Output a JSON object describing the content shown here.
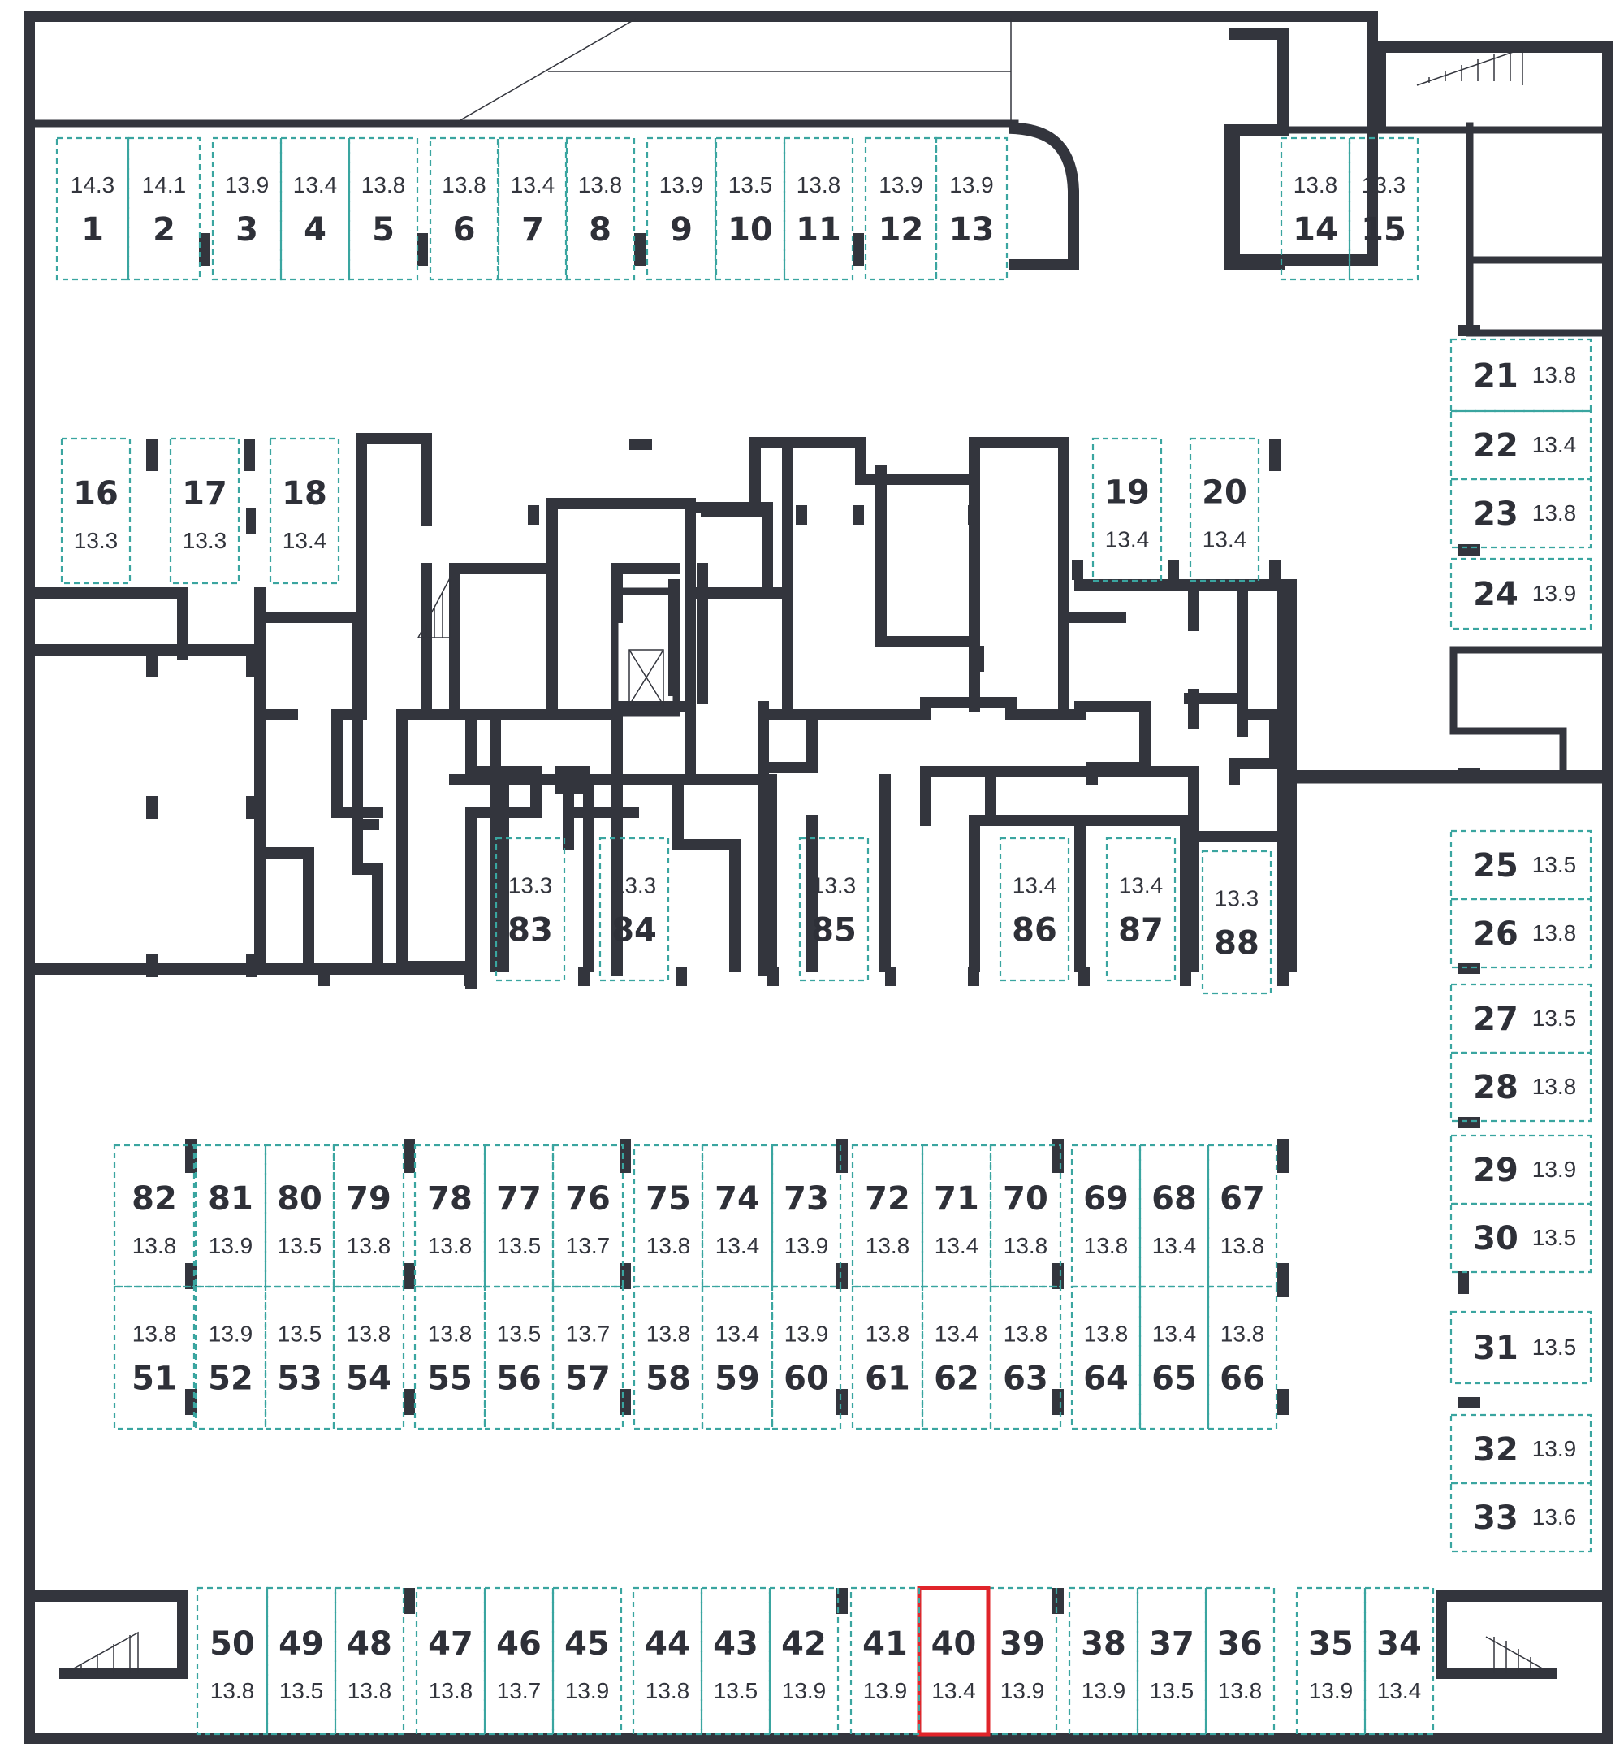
{
  "colors": {
    "dash": "#3aa5a0",
    "highlight": "#e0242a",
    "wall": "#33353d"
  },
  "highlighted_spot": "40",
  "spots": [
    {
      "id": "1",
      "area": "14.3"
    },
    {
      "id": "2",
      "area": "14.1"
    },
    {
      "id": "3",
      "area": "13.9"
    },
    {
      "id": "4",
      "area": "13.4"
    },
    {
      "id": "5",
      "area": "13.8"
    },
    {
      "id": "6",
      "area": "13.8"
    },
    {
      "id": "7",
      "area": "13.4"
    },
    {
      "id": "8",
      "area": "13.8"
    },
    {
      "id": "9",
      "area": "13.9"
    },
    {
      "id": "10",
      "area": "13.5"
    },
    {
      "id": "11",
      "area": "13.8"
    },
    {
      "id": "12",
      "area": "13.9"
    },
    {
      "id": "13",
      "area": "13.9"
    },
    {
      "id": "14",
      "area": "13.8"
    },
    {
      "id": "15",
      "area": "13.3"
    },
    {
      "id": "16",
      "area": "13.3"
    },
    {
      "id": "17",
      "area": "13.3"
    },
    {
      "id": "18",
      "area": "13.4"
    },
    {
      "id": "19",
      "area": "13.4"
    },
    {
      "id": "20",
      "area": "13.4"
    },
    {
      "id": "21",
      "area": "13.8"
    },
    {
      "id": "22",
      "area": "13.4"
    },
    {
      "id": "23",
      "area": "13.8"
    },
    {
      "id": "24",
      "area": "13.9"
    },
    {
      "id": "25",
      "area": "13.5"
    },
    {
      "id": "26",
      "area": "13.8"
    },
    {
      "id": "27",
      "area": "13.5"
    },
    {
      "id": "28",
      "area": "13.8"
    },
    {
      "id": "29",
      "area": "13.9"
    },
    {
      "id": "30",
      "area": "13.5"
    },
    {
      "id": "31",
      "area": "13.5"
    },
    {
      "id": "32",
      "area": "13.9"
    },
    {
      "id": "33",
      "area": "13.6"
    },
    {
      "id": "34",
      "area": "13.4"
    },
    {
      "id": "35",
      "area": "13.9"
    },
    {
      "id": "36",
      "area": "13.8"
    },
    {
      "id": "37",
      "area": "13.5"
    },
    {
      "id": "38",
      "area": "13.9"
    },
    {
      "id": "39",
      "area": "13.9"
    },
    {
      "id": "40",
      "area": "13.4"
    },
    {
      "id": "41",
      "area": "13.9"
    },
    {
      "id": "42",
      "area": "13.9"
    },
    {
      "id": "43",
      "area": "13.5"
    },
    {
      "id": "44",
      "area": "13.8"
    },
    {
      "id": "45",
      "area": "13.9"
    },
    {
      "id": "46",
      "area": "13.7"
    },
    {
      "id": "47",
      "area": "13.8"
    },
    {
      "id": "48",
      "area": "13.8"
    },
    {
      "id": "49",
      "area": "13.5"
    },
    {
      "id": "50",
      "area": "13.8"
    },
    {
      "id": "51",
      "area": "13.8"
    },
    {
      "id": "52",
      "area": "13.9"
    },
    {
      "id": "53",
      "area": "13.5"
    },
    {
      "id": "54",
      "area": "13.8"
    },
    {
      "id": "55",
      "area": "13.8"
    },
    {
      "id": "56",
      "area": "13.5"
    },
    {
      "id": "57",
      "area": "13.7"
    },
    {
      "id": "58",
      "area": "13.8"
    },
    {
      "id": "59",
      "area": "13.4"
    },
    {
      "id": "60",
      "area": "13.9"
    },
    {
      "id": "61",
      "area": "13.8"
    },
    {
      "id": "62",
      "area": "13.4"
    },
    {
      "id": "63",
      "area": "13.8"
    },
    {
      "id": "64",
      "area": "13.8"
    },
    {
      "id": "65",
      "area": "13.4"
    },
    {
      "id": "66",
      "area": "13.8"
    },
    {
      "id": "67",
      "area": "13.8"
    },
    {
      "id": "68",
      "area": "13.4"
    },
    {
      "id": "69",
      "area": "13.8"
    },
    {
      "id": "70",
      "area": "13.8"
    },
    {
      "id": "71",
      "area": "13.4"
    },
    {
      "id": "72",
      "area": "13.8"
    },
    {
      "id": "73",
      "area": "13.9"
    },
    {
      "id": "74",
      "area": "13.4"
    },
    {
      "id": "75",
      "area": "13.8"
    },
    {
      "id": "76",
      "area": "13.7"
    },
    {
      "id": "77",
      "area": "13.5"
    },
    {
      "id": "78",
      "area": "13.8"
    },
    {
      "id": "79",
      "area": "13.8"
    },
    {
      "id": "80",
      "area": "13.5"
    },
    {
      "id": "81",
      "area": "13.9"
    },
    {
      "id": "82",
      "area": "13.8"
    },
    {
      "id": "83",
      "area": "13.3"
    },
    {
      "id": "84",
      "area": "13.3"
    },
    {
      "id": "85",
      "area": "13.3"
    },
    {
      "id": "86",
      "area": "13.4"
    },
    {
      "id": "87",
      "area": "13.4"
    },
    {
      "id": "88",
      "area": "13.3"
    }
  ]
}
